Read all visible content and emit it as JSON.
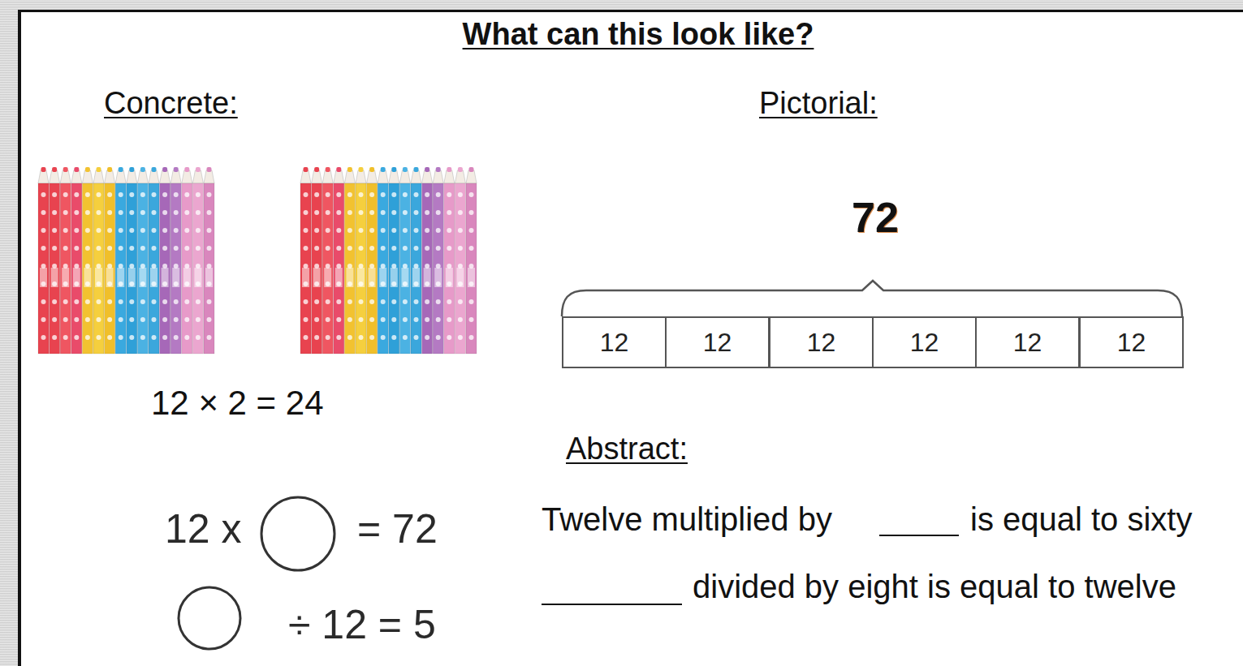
{
  "diagram": {
    "title": "What can this look like?",
    "nodes": [
      {
        "text": [
          "12"
        ]
      },
      {
        "text": [
          "12"
        ]
      },
      {
        "text": [
          "12"
        ]
      },
      {
        "text": [
          "12"
        ]
      },
      {
        "text": [
          "12"
        ]
      },
      {
        "text": [
          "12"
        ]
      }
    ],
    "labels": [
      "Concrete:",
      "Pictorial:",
      "72",
      "12 × 2 = 24",
      "Abstract:",
      "12 x",
      "= 72",
      "÷ 12 = 5",
      "Twelve multiplied by",
      "is equal to sixty",
      "divided by eight is equal to twelve"
    ]
  }
}
